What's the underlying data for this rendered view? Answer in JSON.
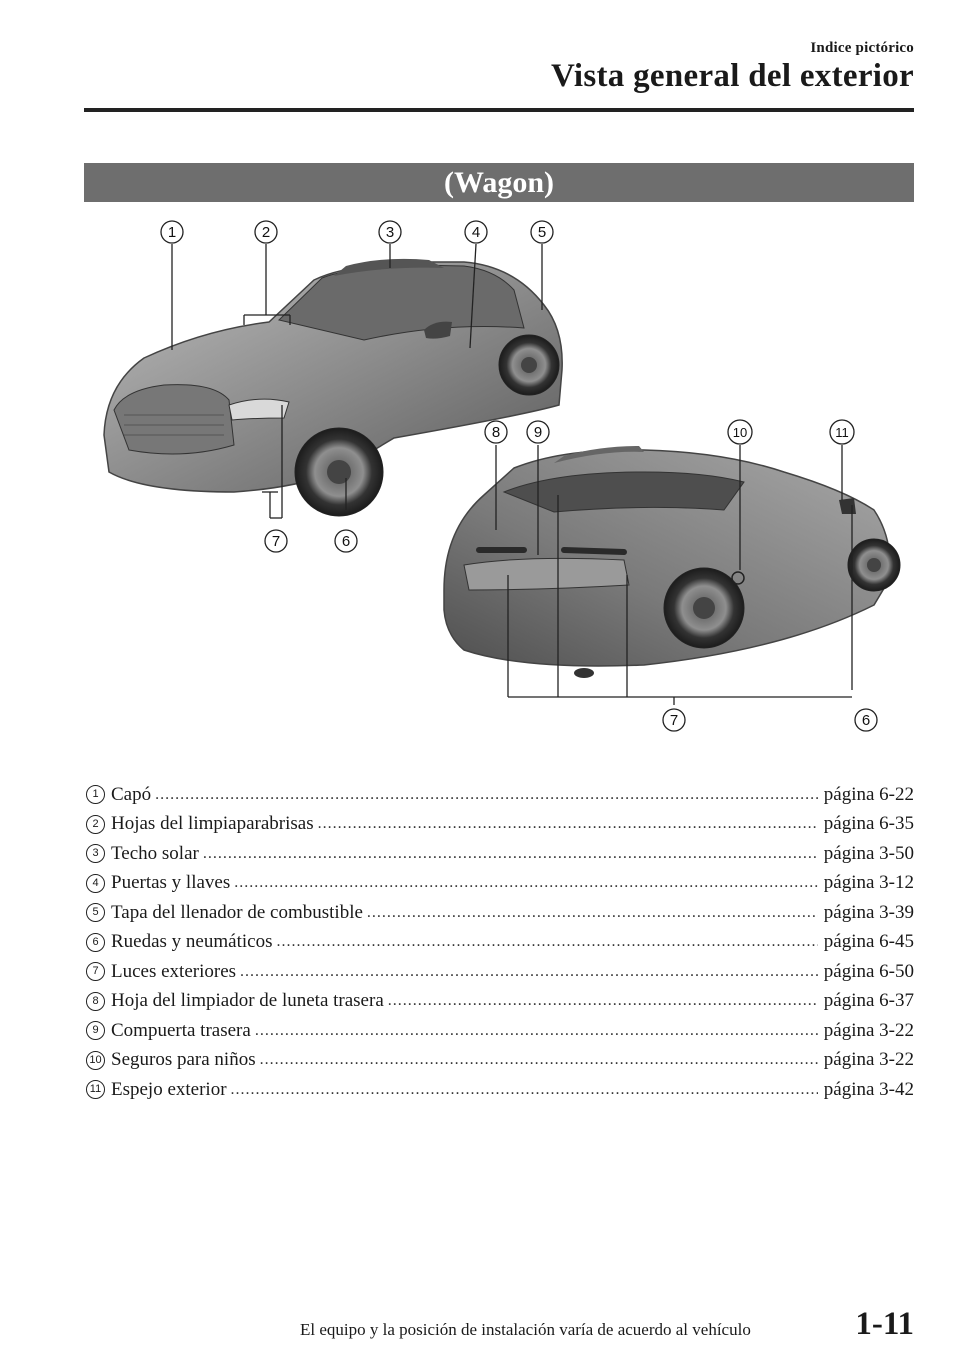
{
  "header": {
    "section": "Indice pictórico",
    "title": "Vista general del exterior"
  },
  "banner": "(Wagon)",
  "callouts": [
    "1",
    "2",
    "3",
    "4",
    "5",
    "6",
    "7",
    "8",
    "9",
    "10",
    "11"
  ],
  "items": [
    {
      "num": "1",
      "label": "Capó",
      "page": "página 6-22"
    },
    {
      "num": "2",
      "label": "Hojas del limpiaparabrisas",
      "page": "página 6-35"
    },
    {
      "num": "3",
      "label": "Techo solar",
      "page": "página 3-50"
    },
    {
      "num": "4",
      "label": "Puertas y llaves",
      "page": "página 3-12"
    },
    {
      "num": "5",
      "label": "Tapa del llenador de combustible",
      "page": "página 3-39"
    },
    {
      "num": "6",
      "label": "Ruedas y neumáticos",
      "page": "página 6-45"
    },
    {
      "num": "7",
      "label": "Luces exteriores",
      "page": "página 6-50"
    },
    {
      "num": "8",
      "label": "Hoja del limpiador de luneta trasera",
      "page": "página 6-37"
    },
    {
      "num": "9",
      "label": "Compuerta trasera",
      "page": "página 3-22"
    },
    {
      "num": "10",
      "label": "Seguros para niños",
      "page": "página 3-22"
    },
    {
      "num": "11",
      "label": "Espejo exterior",
      "page": "página 3-42"
    }
  ],
  "footer": {
    "note": "El equipo y la posición de instalación varía de acuerdo al vehículo",
    "page_number": "1-11"
  }
}
